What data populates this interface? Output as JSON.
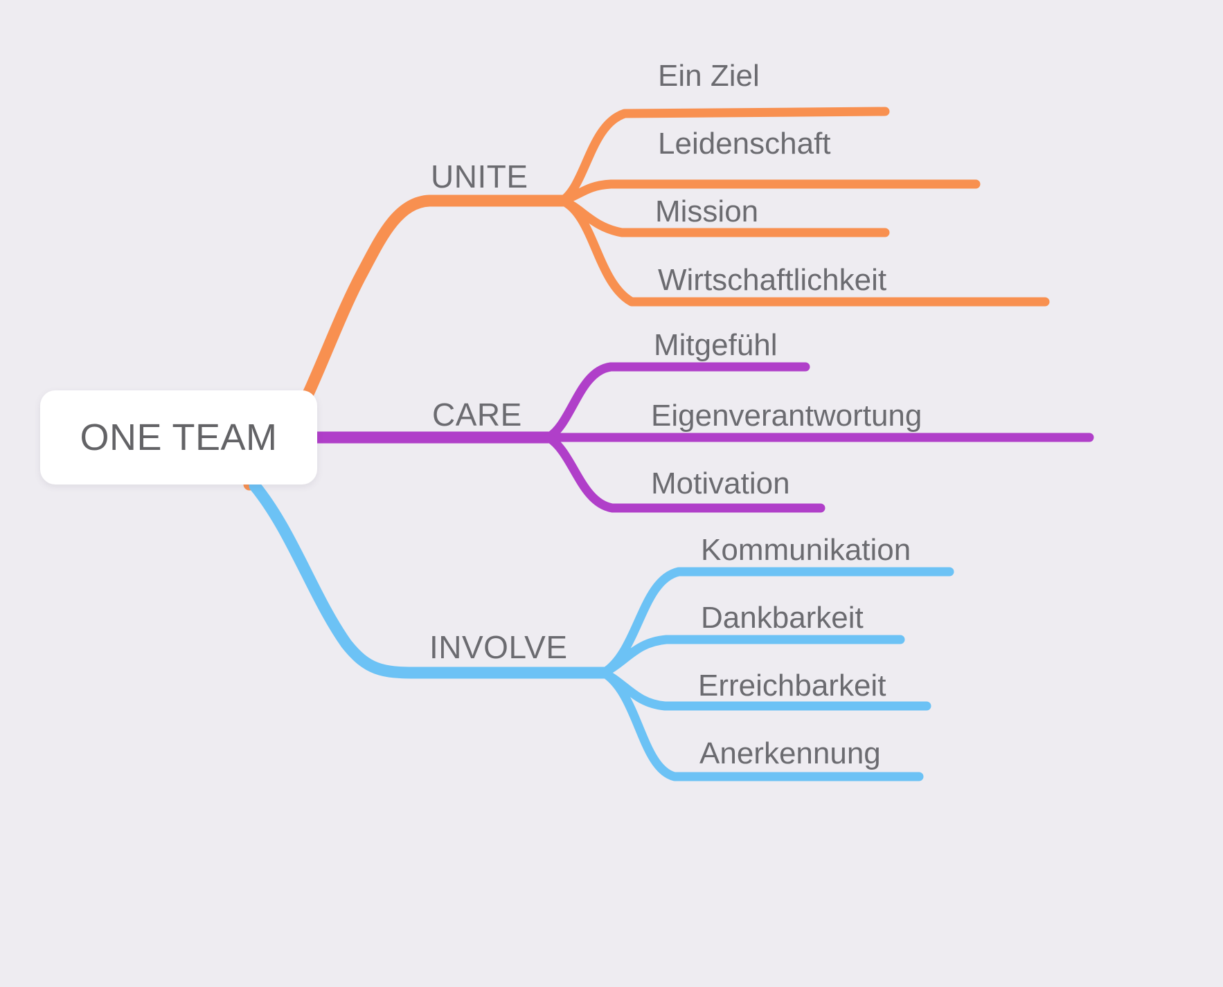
{
  "diagram": {
    "type": "mind-map",
    "background_color": "#eeecf1",
    "text_color": "#6b6b70",
    "central_node": {
      "label": "ONE TEAM",
      "background_color": "#ffffff"
    },
    "branches": [
      {
        "label": "UNITE",
        "color": "#f89050",
        "children": [
          {
            "label": "Ein Ziel"
          },
          {
            "label": "Leidenschaft"
          },
          {
            "label": "Mission"
          },
          {
            "label": "Wirtschaftlichkeit"
          }
        ]
      },
      {
        "label": "CARE",
        "color": "#b03fc9",
        "children": [
          {
            "label": "Mitgefühl"
          },
          {
            "label": "Eigenverantwortung"
          },
          {
            "label": "Motivation"
          }
        ]
      },
      {
        "label": "INVOLVE",
        "color": "#6cc2f5",
        "children": [
          {
            "label": "Kommunikation"
          },
          {
            "label": "Dankbarkeit"
          },
          {
            "label": "Erreichbarkeit"
          },
          {
            "label": "Anerkennung"
          }
        ]
      }
    ]
  }
}
